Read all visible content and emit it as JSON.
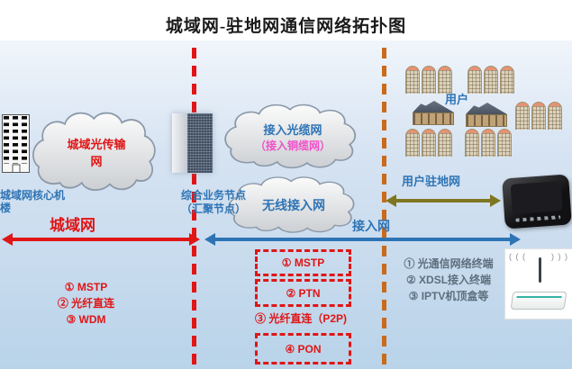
{
  "title": "城域网-驻地网通信网络拓扑图",
  "colors": {
    "metro_red": "#e01515",
    "access_blue": "#2e74b5",
    "premises_olive": "#7f7621",
    "copper_magenta": "#f050c8",
    "orange_dash": "#c96a1c"
  },
  "clouds": {
    "transport": {
      "label": "城域光传输网"
    },
    "optical": {
      "line1": "接入光缆网",
      "line2": "（接入铜缆网）"
    },
    "wireless": {
      "label": "无线接入网"
    }
  },
  "labels": {
    "core_building": "城域网核心机楼",
    "agg_node_line1": "综合业务节点",
    "agg_node_line2": "（汇聚节点）",
    "metro": "城域网",
    "access": "接入网",
    "premises": "用户驻地网",
    "users": "用户"
  },
  "metro_tech": [
    "① MSTP",
    "② 光纤直连",
    "③ WDM"
  ],
  "access_tech": {
    "box1": "① MSTP",
    "box2": "② PTN",
    "item3": "③ 光纤直连（P2P)",
    "box3": "④ PON"
  },
  "terminals": [
    "① 光通信网络终端",
    "② XDSL接入终端",
    "③ IPTV机顶盒等"
  ],
  "wireless_signal": {
    "left": "( ( (",
    "right": ") ) )"
  },
  "icons": {
    "core": "office-building-icon",
    "aggregation": "skyscraper-icon",
    "apartment": "apartment-building-icon",
    "house": "house-icon",
    "settop": "set-top-box-icon",
    "router": "wireless-router-icon"
  }
}
